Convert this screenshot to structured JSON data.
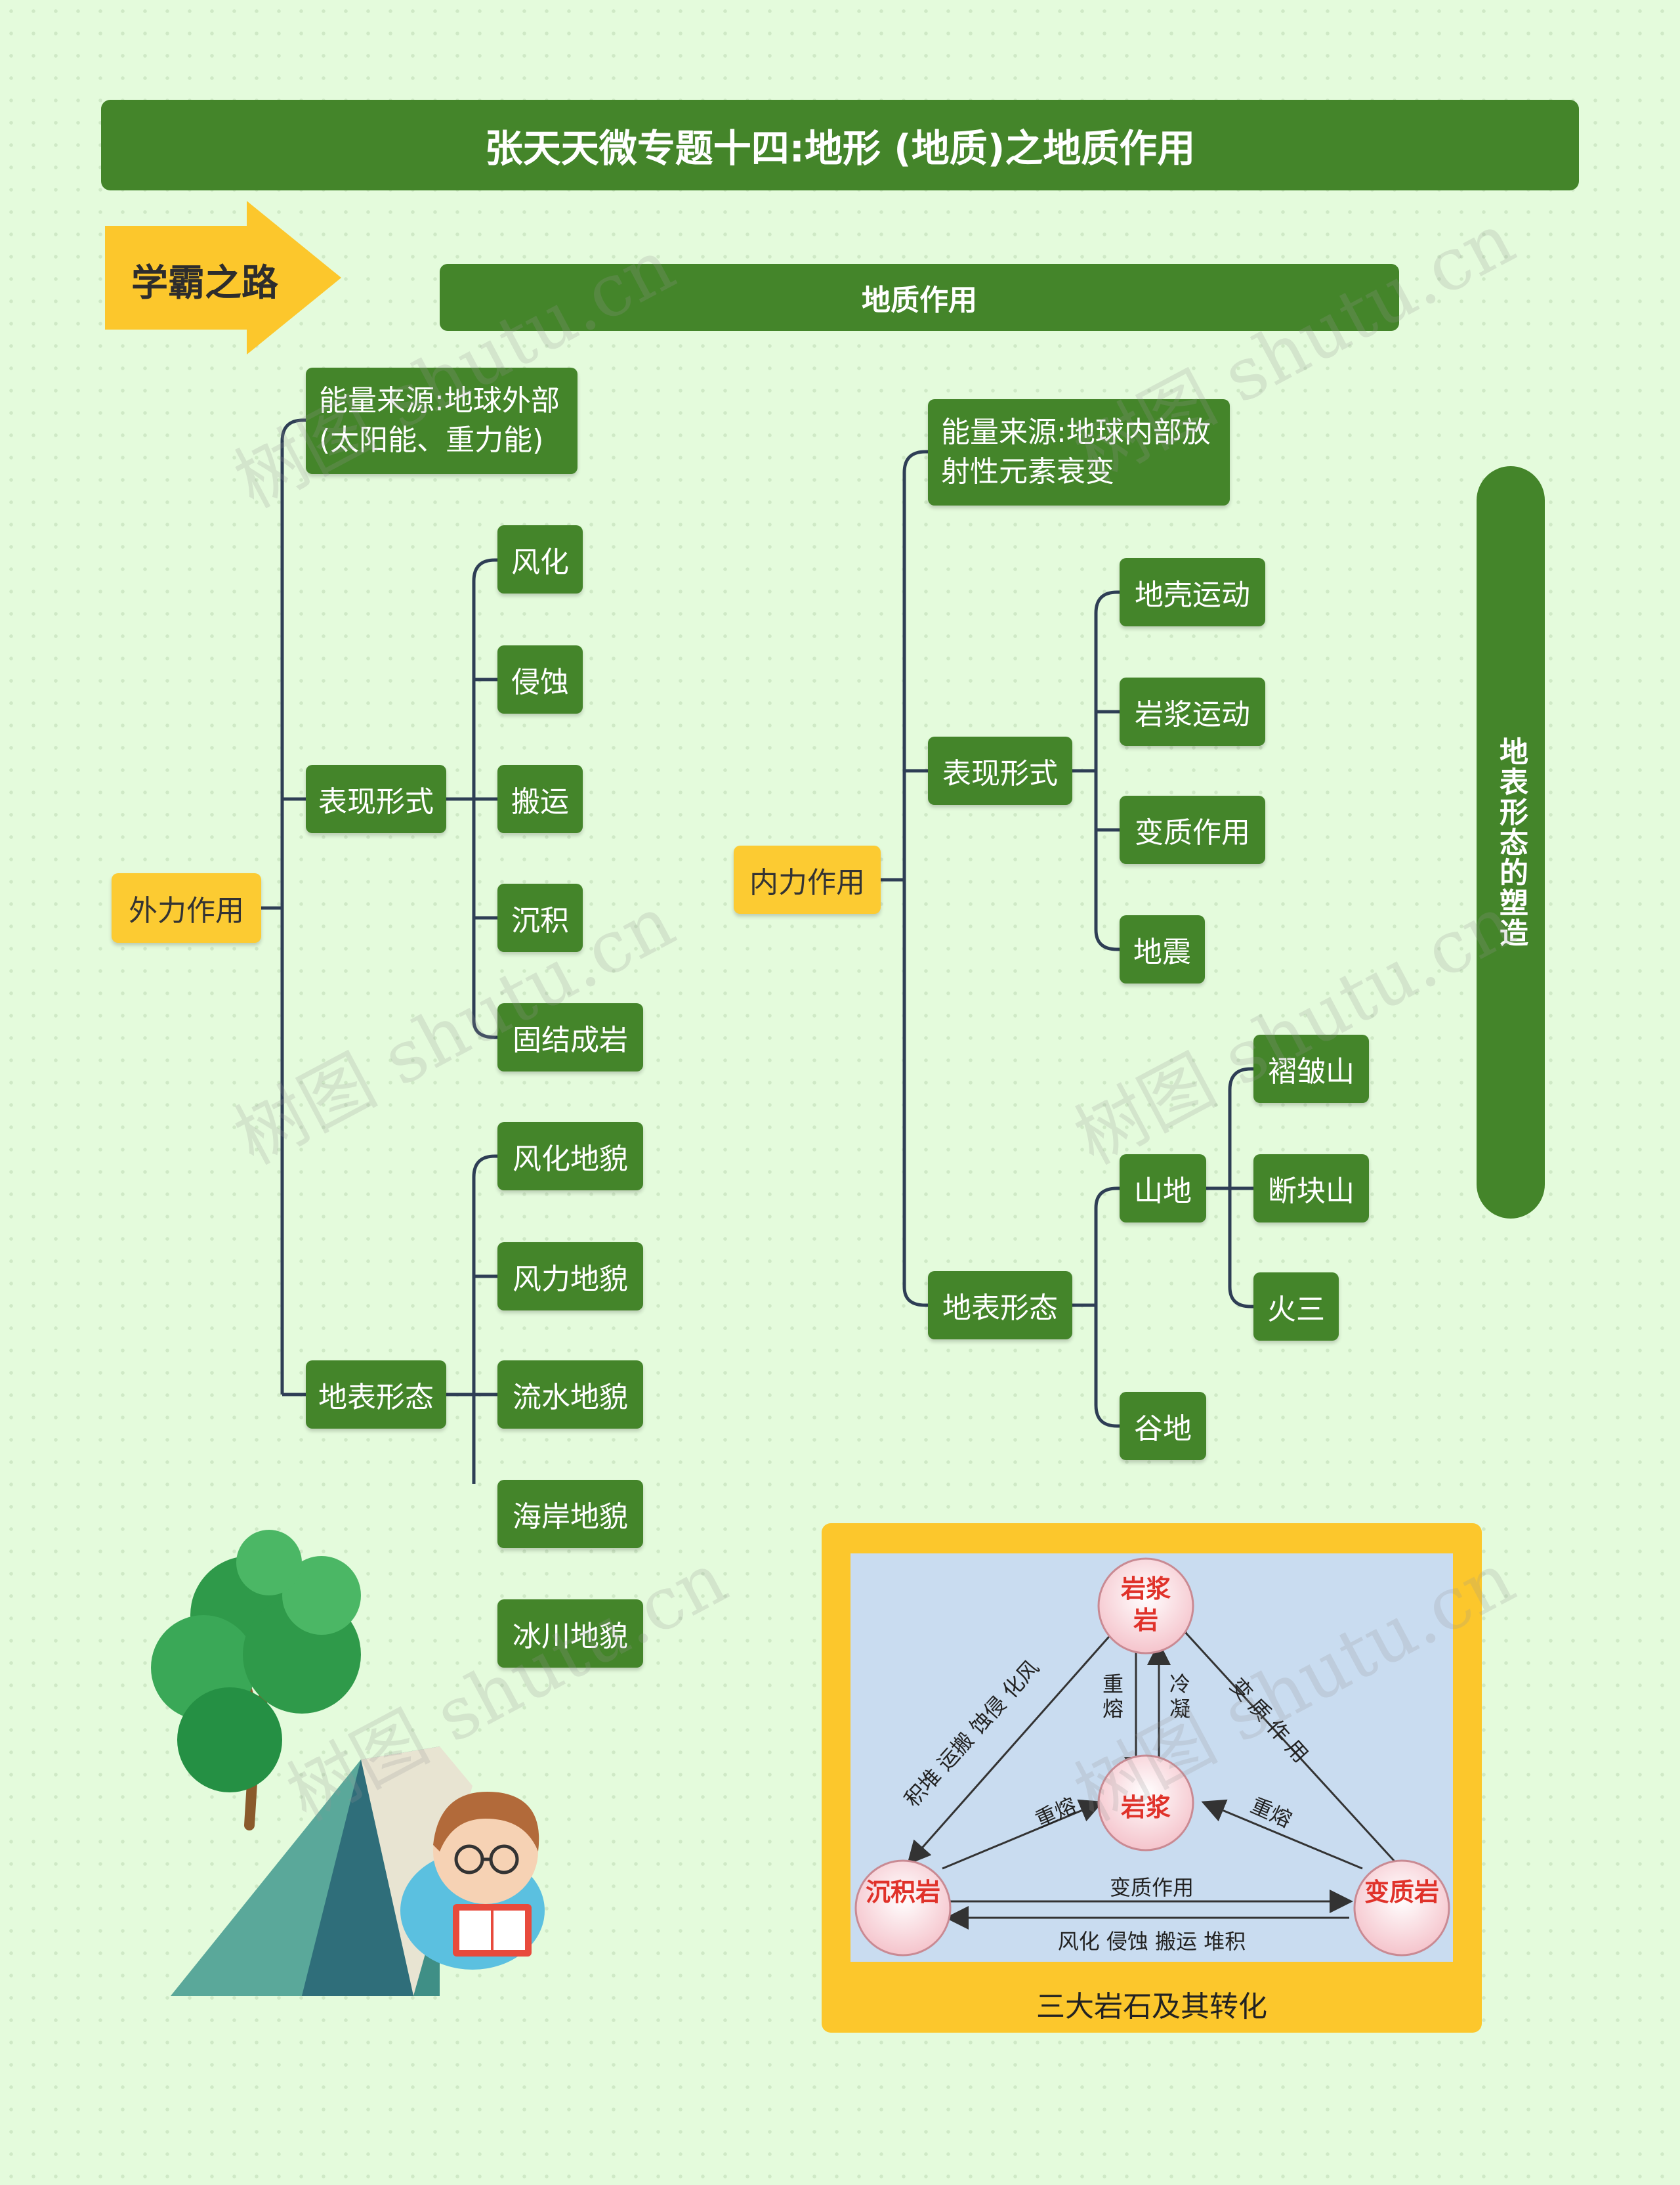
{
  "header": {
    "title": "张天天微专题十四:地形 (地质)之地质作用"
  },
  "badge": {
    "label": "学霸之路"
  },
  "subheader": {
    "label": "地质作用"
  },
  "external": {
    "root": "外力作用",
    "energy": "能量来源:地球外部(太阳能、重力能)",
    "forms_label": "表现形式",
    "forms": [
      "风化",
      "侵蚀",
      "搬运",
      "沉积",
      "固结成岩"
    ],
    "landform_label": "地表形态",
    "landforms": [
      "风化地貌",
      "风力地貌",
      "流水地貌",
      "海岸地貌",
      "冰川地貌"
    ]
  },
  "internal": {
    "root": "内力作用",
    "energy": "能量来源:地球内部放射性元素衰变",
    "forms_label": "表现形式",
    "forms": [
      "地壳运动",
      "岩浆运动",
      "变质作用",
      "地震"
    ],
    "landform_label": "地表形态",
    "mountain": "山地",
    "mountains": [
      "褶皱山",
      "断块山",
      "火三"
    ],
    "valley": "谷地"
  },
  "side": {
    "label": "地表形态的塑造"
  },
  "rock_cycle": {
    "caption": "三大岩石及其转化",
    "nodes": {
      "igneous": "岩浆岩",
      "magma": "岩浆",
      "sedimentary": "沉积岩",
      "metamorphic": "变质岩"
    },
    "edges": {
      "left": "积堆 运搬 蚀侵 化风",
      "right": "变 质 作 用",
      "center_left": "重熔",
      "center_right": "冷凝",
      "lower_left": "重熔",
      "lower_right": "重熔",
      "bottom_upper": "变质作用",
      "bottom_lower": "风化 侵蚀 搬运 堆积"
    }
  },
  "watermark": "树图 shutu.cn",
  "colors": {
    "green": "#44852a",
    "yellow": "#fccb32",
    "line": "#2e3e55",
    "background": "#e4fbdc"
  }
}
